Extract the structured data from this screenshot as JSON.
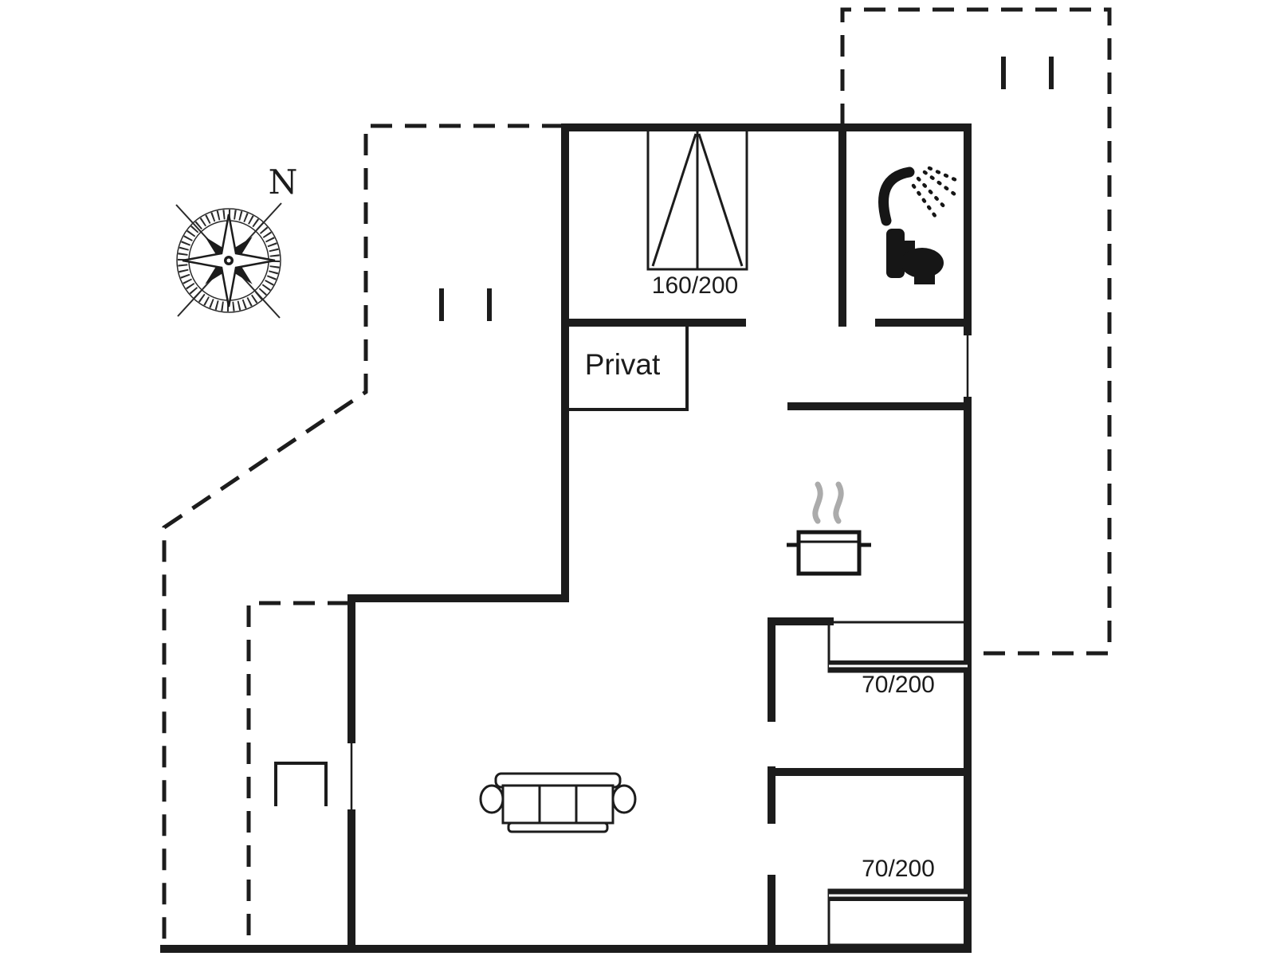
{
  "page": {
    "background": "#ffffff"
  },
  "plan": {
    "compass_label": "N",
    "labels": {
      "double_bed": "160/200",
      "privat": "Privat",
      "single_bed_top": "70/200",
      "single_bed_bottom": "70/200"
    },
    "colors": {
      "wall": "#1c1c1c",
      "thin_line": "#1c1c1c",
      "steam": "#ababab",
      "background": "#ffffff"
    },
    "icons": {
      "compass": "compass-rose",
      "shower": "shower-head-with-spray",
      "toilet": "toilet",
      "stove": "cooking-pot-with-steam",
      "sofa": "three-seat-sofa",
      "double_bed": "double-bed-160x200",
      "single_beds": "single-bed-70x200",
      "steps": "entrance-steps",
      "posts": "terrace-posts"
    }
  }
}
